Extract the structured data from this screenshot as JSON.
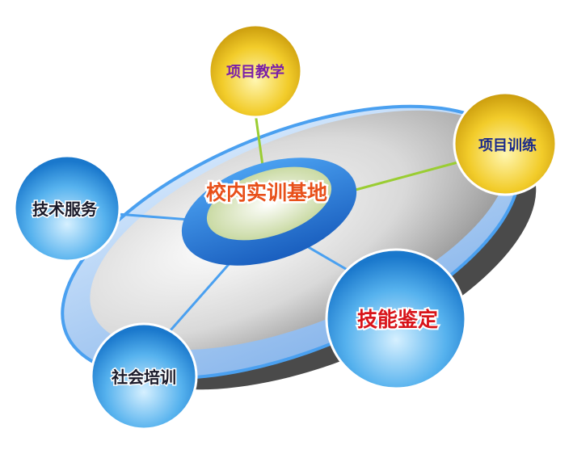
{
  "center": {
    "label": "校内实训基地",
    "color": "#e8501a"
  },
  "nodes": [
    {
      "id": "project-teaching",
      "label": "项目教学",
      "color": "#7a1fa8",
      "style": "gold"
    },
    {
      "id": "project-training",
      "label": "项目训练",
      "color": "#1a2a8a",
      "style": "gold"
    },
    {
      "id": "technical-service",
      "label": "技术服务",
      "color": "#1a1a2a",
      "style": "blue"
    },
    {
      "id": "social-training",
      "label": "社会培训",
      "color": "#1a1a2a",
      "style": "blue"
    },
    {
      "id": "skill-appraisal",
      "label": "技能鉴定",
      "color": "#d8141a",
      "style": "blue"
    }
  ]
}
